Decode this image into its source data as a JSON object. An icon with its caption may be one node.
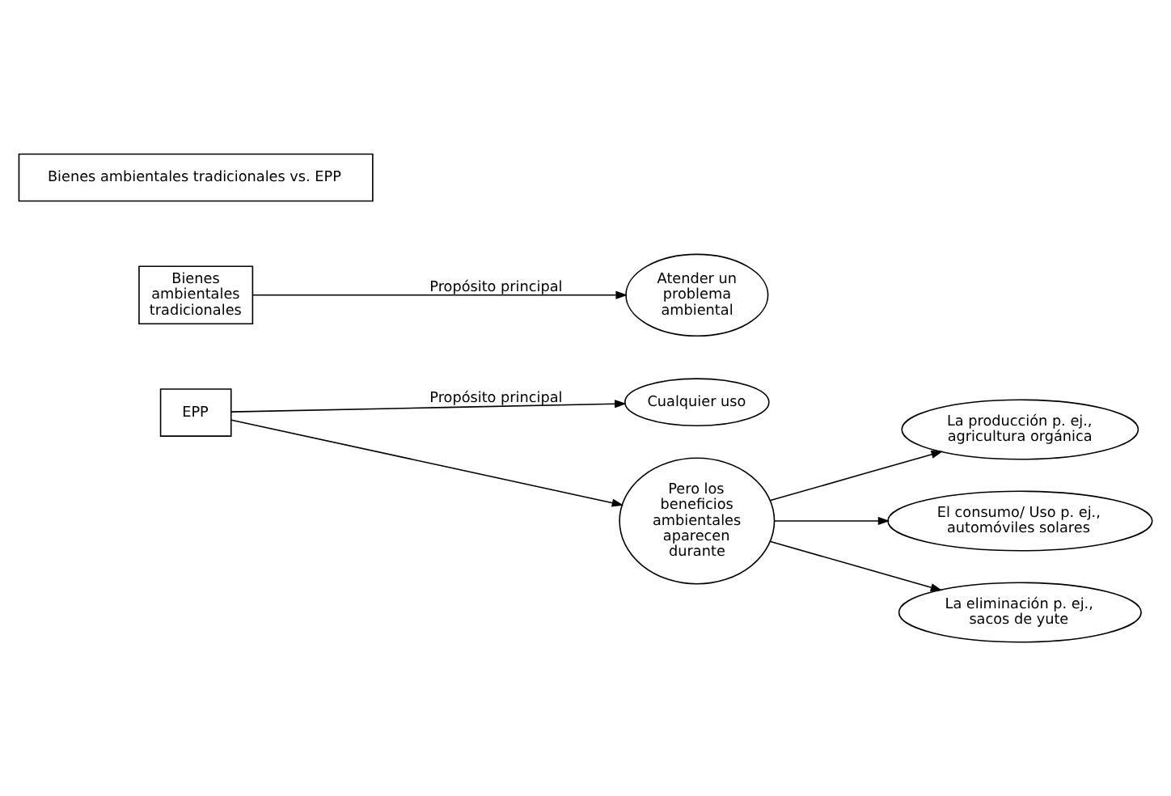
{
  "diagram": {
    "nodes": [
      {
        "text": [
          "Bienes ambientales tradicionales vs. EPP"
        ]
      },
      {
        "text": [
          "Bienes ambientales tradicionales"
        ]
      },
      {
        "text": [
          "Atender un problema ambiental"
        ]
      },
      {
        "text": [
          "EPP"
        ]
      },
      {
        "text": [
          "Cualquier uso"
        ]
      },
      {
        "text": [
          "Pero los beneficios ambientales aparecen durante"
        ]
      },
      {
        "text": [
          "La producción p. ej., agricultura orgánica"
        ]
      },
      {
        "text": [
          "El consumo/ Uso p. ej., automóviles solares"
        ]
      },
      {
        "text": [
          "La eliminación p. ej., sacos de yute"
        ]
      }
    ],
    "edges": [
      {
        "from": 1,
        "to": 2,
        "arrow": "to",
        "label": "Propósito principal"
      },
      {
        "from": 3,
        "to": 4,
        "arrow": "to",
        "label": "Propósito principal"
      },
      {
        "from": 3,
        "to": 5,
        "arrow": "to"
      },
      {
        "from": 5,
        "to": 6,
        "arrow": "to"
      },
      {
        "from": 5,
        "to": 7,
        "arrow": "to"
      },
      {
        "from": 5,
        "to": 8,
        "arrow": "to"
      }
    ]
  }
}
